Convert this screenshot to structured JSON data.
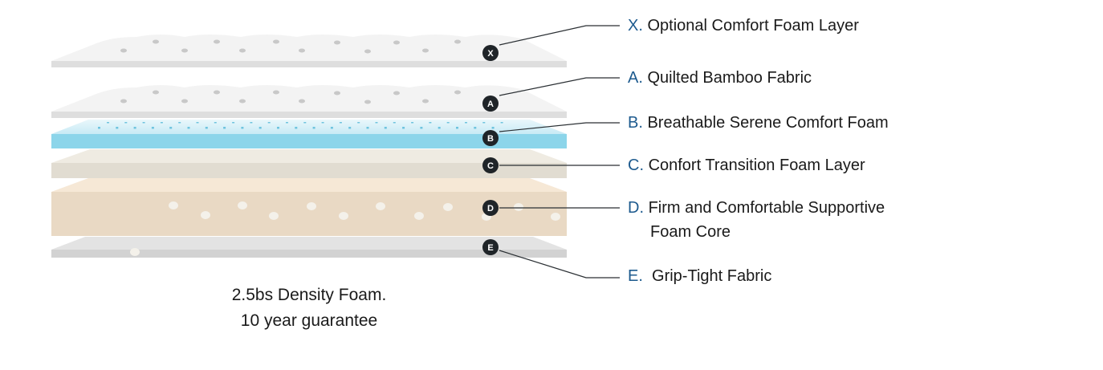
{
  "layers": [
    {
      "id": "X",
      "letter": "X.",
      "text": "Optional Comfort Foam Layer",
      "badge": "X"
    },
    {
      "id": "A",
      "letter": "A.",
      "text": "Quilted Bamboo Fabric",
      "badge": "A"
    },
    {
      "id": "B",
      "letter": "B.",
      "text": "Breathable Serene Comfort Foam",
      "badge": "B"
    },
    {
      "id": "C",
      "letter": "C.",
      "text": "Confort Transition Foam Layer",
      "badge": "C"
    },
    {
      "id": "D",
      "letter": "D.",
      "text": "Firm and Comfortable Supportive",
      "text2": "Foam Core",
      "badge": "D"
    },
    {
      "id": "E",
      "letter": "E.",
      "text": " Grip-Tight Fabric",
      "badge": "E"
    }
  ],
  "caption": {
    "line1": "2.5bs Density Foam.",
    "line2": "10 year guarantee"
  },
  "colors": {
    "accent_letter": "#1d5a8e",
    "badge": "#1f2428",
    "quilt_top": "#f4f4f4",
    "quilt_edge": "#dcdcdc",
    "blue_top": "#d3eef6",
    "blue_edge": "#8ad4ea",
    "beige_top": "#efebe2",
    "beige_edge": "#e1dcd1",
    "core_top": "#f6e8d6",
    "core_edge": "#e9d9c4",
    "base_top": "#e3e3e3",
    "base_edge": "#d2d2d2"
  }
}
